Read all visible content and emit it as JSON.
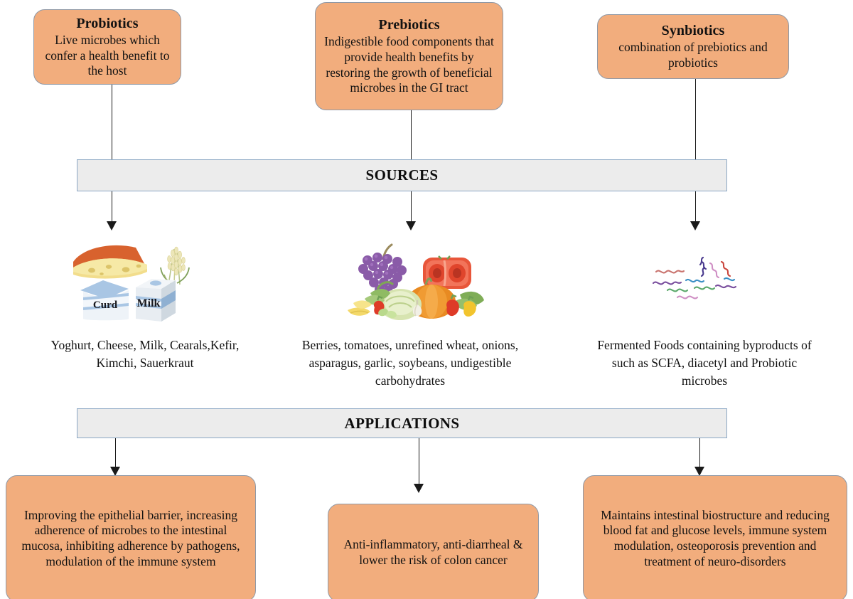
{
  "diagram": {
    "title": "Probiotics, Prebiotics and Synbiotics - sources and applications flowchart",
    "colors": {
      "box_fill": "#F2AD7D",
      "box_border": "#9099a6",
      "bar_fill": "#ECECEC",
      "bar_border": "#8BA7C4",
      "connector": "#1A1A1A",
      "page_background": "#FFFFFF"
    }
  },
  "concepts": [
    {
      "title": "Probiotics",
      "description": "Live microbes which confer a health benefit to the host"
    },
    {
      "title": "Prebiotics",
      "description": "Indigestible food components that provide health benefits by restoring the growth of beneficial microbes in the GI tract"
    },
    {
      "title": "Synbiotics",
      "description": "combination of prebiotics and probiotics"
    }
  ],
  "bars": {
    "sources": "SOURCES",
    "applications": "APPLICATIONS"
  },
  "sources": [
    {
      "illustration": "dairy-foods-illustration",
      "items": [
        "cheese-wedge",
        "wheat-stalks",
        "curd-tub",
        "milk-carton"
      ],
      "labels": {
        "curd": "Curd",
        "milk": "Milk"
      },
      "caption": "Yoghurt, Cheese, Milk, Cearals,Kefir, Kimchi, Sauerkraut"
    },
    {
      "illustration": "fruits-vegetables-illustration",
      "items": [
        "grapes",
        "halved-tomato",
        "pumpkin",
        "cabbage",
        "red-pepper",
        "yellow-pepper",
        "garlic",
        "corn",
        "leafy-greens"
      ],
      "labels": {},
      "caption": "Berries, tomatoes, unrefined wheat, onions, asparagus, garlic, soybeans, undigestible carbohydrates"
    },
    {
      "illustration": "microbes-illustration",
      "items": [
        "squiggle-microbes"
      ],
      "labels": {},
      "caption": "Fermented Foods containing byproducts of such as SCFA, diacetyl and Probiotic microbes"
    }
  ],
  "applications": [
    {
      "text": "Improving the epithelial barrier, increasing adherence of microbes to the intestinal mucosa, inhibiting adherence by pathogens, modulation of the immune system"
    },
    {
      "text": "Anti-inflammatory, anti-diarrheal & lower the risk of colon cancer"
    },
    {
      "text": "Maintains intestinal biostructure and reducing blood fat and glucose levels, immune system modulation, osteoporosis prevention and treatment of neuro-disorders"
    }
  ]
}
